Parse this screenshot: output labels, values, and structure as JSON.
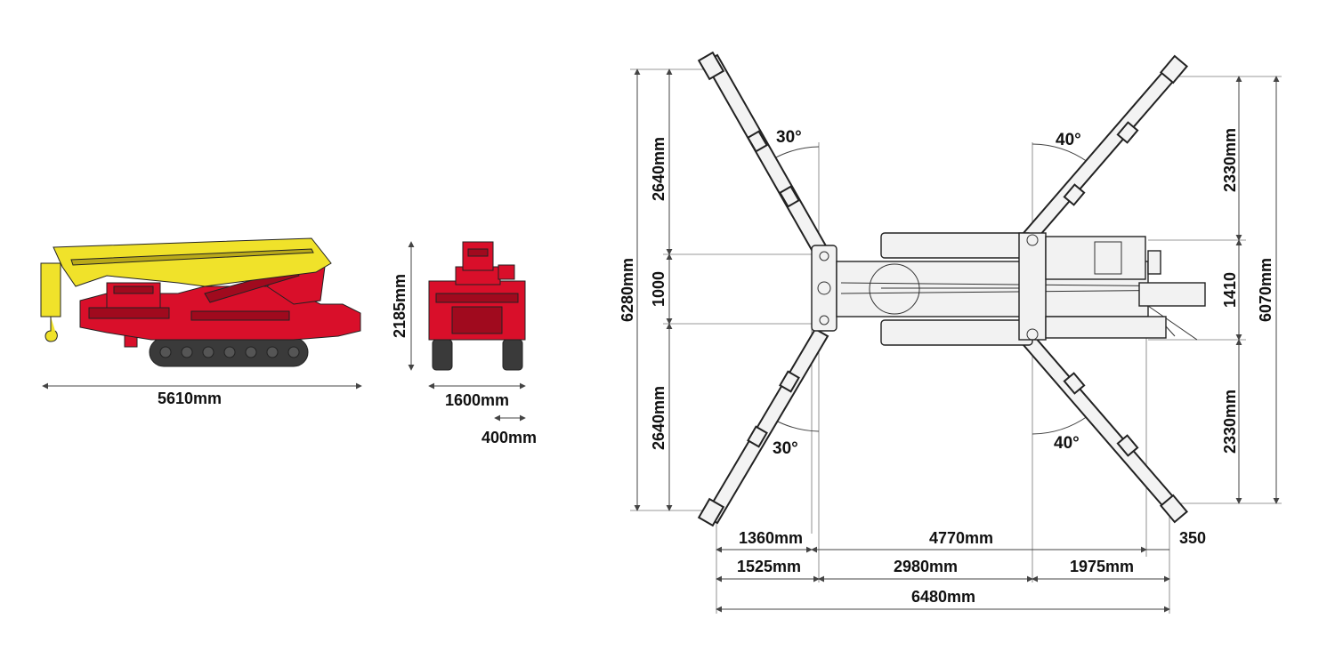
{
  "colors": {
    "crane_body": "#d90f2a",
    "crane_body_dark": "#a00a1e",
    "boom": "#f0e22a",
    "boom_dark": "#b9a91a",
    "track": "#3a3a3a",
    "line": "#222222"
  },
  "side_view": {
    "length_label": "5610mm"
  },
  "front_view": {
    "height_label": "2185mm",
    "width_label": "1600mm",
    "offset_label": "400mm"
  },
  "top_view": {
    "angles": {
      "upper_left": "30°",
      "lower_left": "30°",
      "upper_right": "40°",
      "lower_right": "40°"
    },
    "left_dims": {
      "total": "6280mm",
      "upper": "2640mm",
      "middle": "1000",
      "lower": "2640mm"
    },
    "right_dims": {
      "total": "6070mm",
      "upper": "2330mm",
      "middle": "1410",
      "lower": "2330mm"
    },
    "bottom_dims": {
      "row1_left": "1360mm",
      "row1_mid": "4770mm",
      "row1_right": "350",
      "row2_left": "1525mm",
      "row2_mid": "2980mm",
      "row2_right": "1975mm",
      "total": "6480mm"
    }
  }
}
